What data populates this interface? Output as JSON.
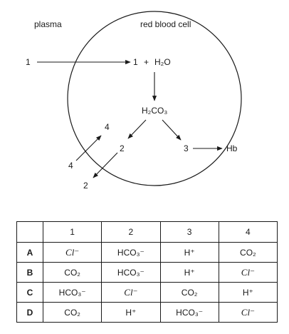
{
  "diagram": {
    "plasma_label": "plasma",
    "cell_label": "red blood cell",
    "num1_in": "1",
    "num1_cell": "1",
    "plus": "+",
    "water": "H₂O",
    "carbonic": "H₂CO₃",
    "num2_cell": "2",
    "num3": "3",
    "hb": "Hb",
    "num4_cell": "4",
    "num4_out": "4",
    "num2_out": "2"
  },
  "table": {
    "headers": [
      "1",
      "2",
      "3",
      "4"
    ],
    "rows": [
      {
        "key": "A",
        "c1": "Cl⁻",
        "c2": "HCO₃⁻",
        "c3": "H⁺",
        "c4": "CO₂"
      },
      {
        "key": "B",
        "c1": "CO₂",
        "c2": "HCO₃⁻",
        "c3": "H⁺",
        "c4": "Cl⁻"
      },
      {
        "key": "C",
        "c1": "HCO₃⁻",
        "c2": "Cl⁻",
        "c3": "CO₂",
        "c4": "H⁺"
      },
      {
        "key": "D",
        "c1": "CO₂",
        "c2": "H⁺",
        "c3": "HCO₃⁻",
        "c4": "Cl⁻"
      }
    ]
  }
}
